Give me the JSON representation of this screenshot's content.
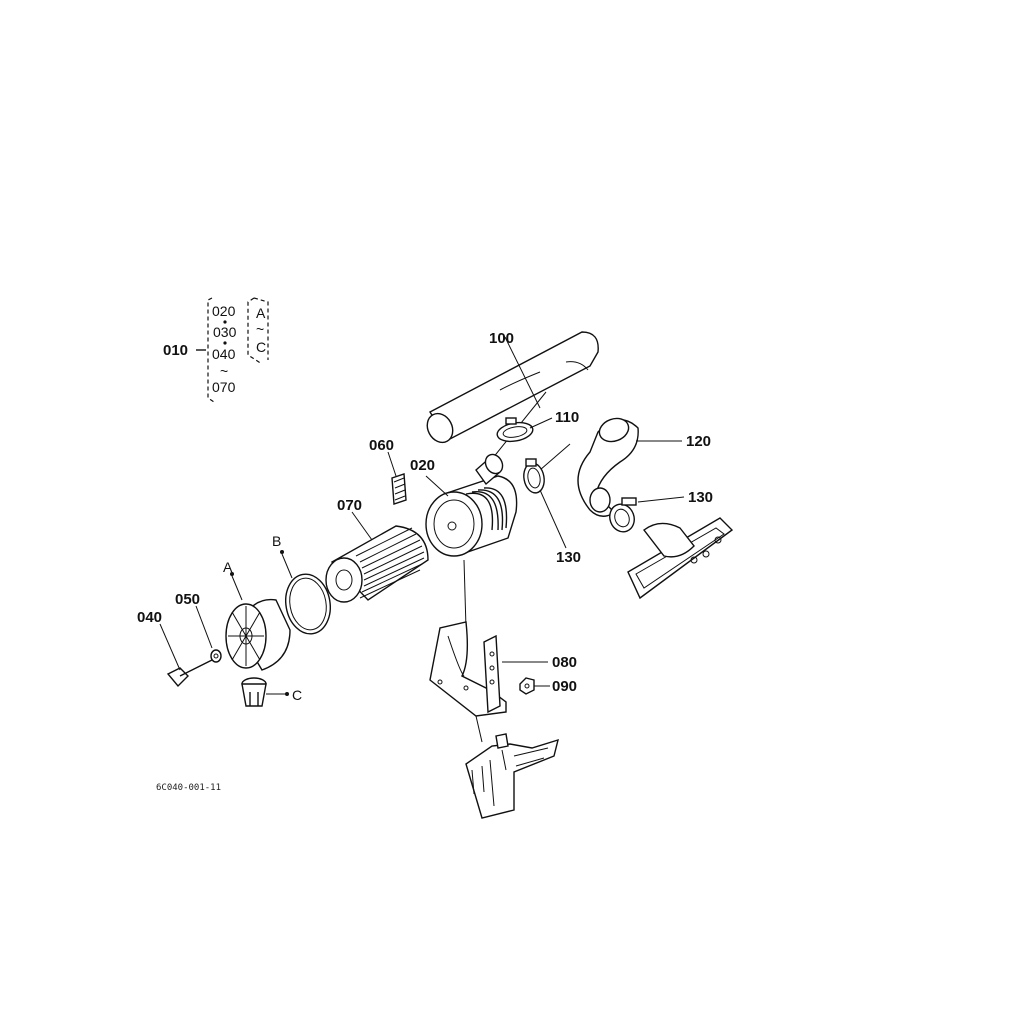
{
  "figure": {
    "code": "6C040-001-11",
    "legend": {
      "main": "010",
      "items": [
        "020",
        "030",
        "040",
        "070"
      ],
      "range_sep": "~",
      "group": [
        "A",
        "~",
        "C"
      ]
    },
    "callouts": {
      "p020": "020",
      "p040": "040",
      "p050": "050",
      "p060": "060",
      "p070": "070",
      "p080": "080",
      "p090": "090",
      "p100": "100",
      "p110": "110",
      "p120": "120",
      "p130a": "130",
      "p130b": "130",
      "refA": "A",
      "refB": "B",
      "refC": "C"
    }
  }
}
